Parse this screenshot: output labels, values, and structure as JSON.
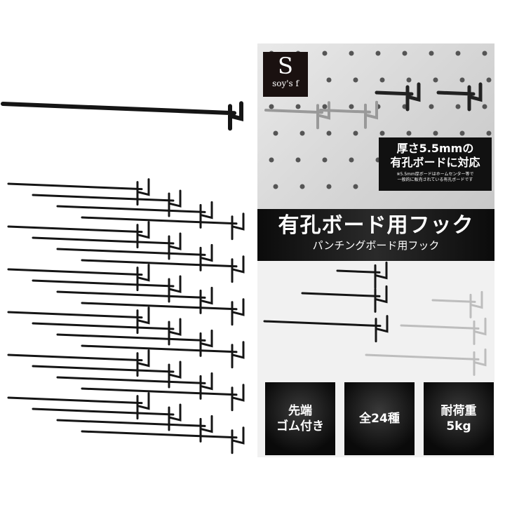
{
  "brand": {
    "logo_mark": "S",
    "logo_name": "soy's f"
  },
  "callout": {
    "line1": "厚さ5.5mmの",
    "line2": "有孔ボードに対応",
    "note": "※5.5mm厚ボードはホームセンター等で\n一般的に販売されている有孔ボードです"
  },
  "banner": {
    "title": "有孔ボード用フック",
    "subtitle": "パンチングボード用フック"
  },
  "features": [
    {
      "label": "先端\nゴム付き"
    },
    {
      "label": "全24種"
    },
    {
      "label": "耐荷重\n5kg"
    }
  ],
  "colors": {
    "hook_black": "#151515",
    "hook_silver": "#bdbdbd",
    "panel_bg": "#f1f1f1"
  }
}
